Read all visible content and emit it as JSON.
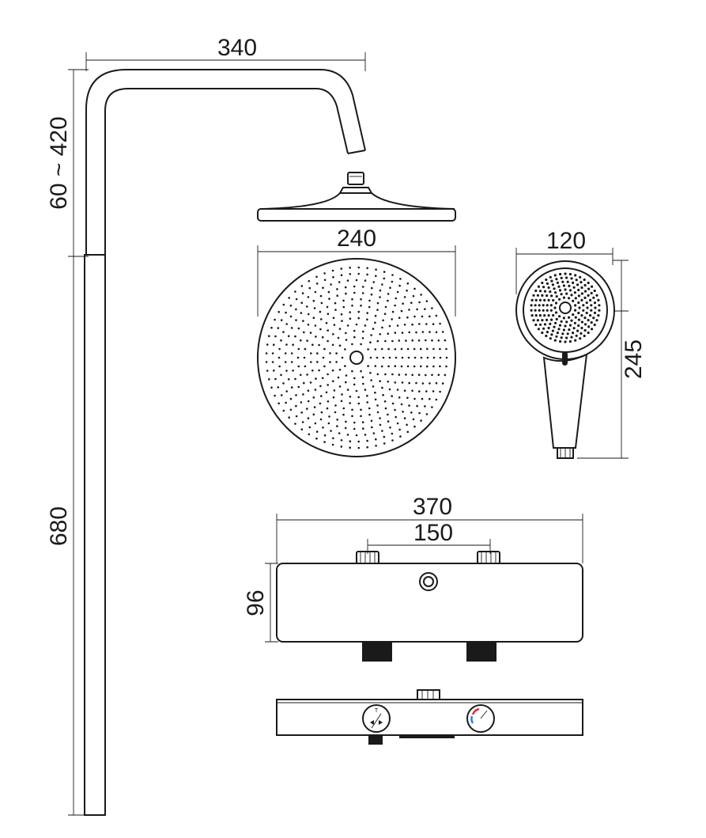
{
  "dimensions": {
    "arm_length": "340",
    "height_range": "60 ~ 420",
    "pipe_length": "680",
    "head_diameter": "240",
    "hand_diameter": "120",
    "hand_length": "245",
    "valve_width": "370",
    "inlet_spacing": "150",
    "valve_height": "96"
  },
  "colors": {
    "line": "#1a1a1a",
    "hot": "#e03030",
    "cold": "#2a7fd6"
  }
}
